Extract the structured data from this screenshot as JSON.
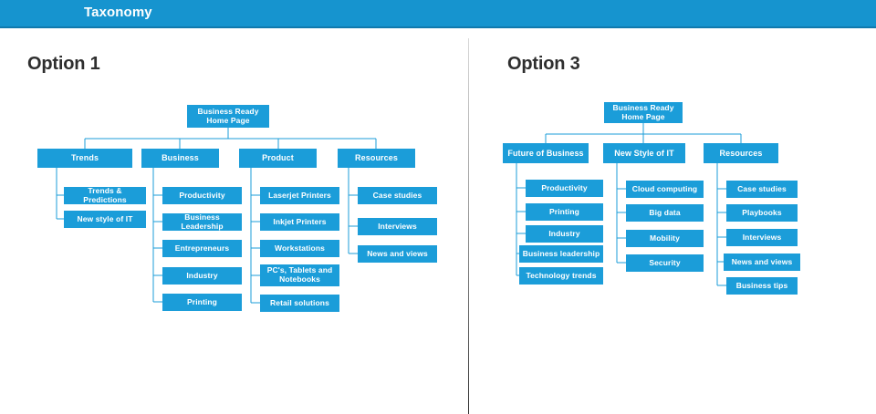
{
  "header": {
    "title": "Taxonomy",
    "background_color": "#1694cf",
    "text_color": "#ffffff"
  },
  "theme": {
    "node_color": "#1b9dd9",
    "connector_color": "#1b9dd9",
    "page_background": "#ffffff",
    "title_color": "#2e2e2e",
    "divider_color": "#9a9a9a"
  },
  "options": [
    {
      "title": "Option 1",
      "root": "Business Ready Home Page",
      "branches": [
        {
          "label": "Trends",
          "children": [
            "Trends & Predictions",
            "New style of IT"
          ]
        },
        {
          "label": "Business",
          "children": [
            "Productivity",
            "Business Leadership",
            "Entrepreneurs",
            "Industry",
            "Printing"
          ]
        },
        {
          "label": "Product",
          "children": [
            "Laserjet Printers",
            "Inkjet Printers",
            "Workstations",
            "PC's, Tablets and Notebooks",
            "Retail solutions"
          ]
        },
        {
          "label": "Resources",
          "children": [
            "Case studies",
            "Interviews",
            "News and views"
          ]
        }
      ]
    },
    {
      "title": "Option 3",
      "root": "Business Ready Home Page",
      "branches": [
        {
          "label": "Future of Business",
          "children": [
            "Productivity",
            "Printing",
            "Industry",
            "Business leadership",
            "Technology trends"
          ]
        },
        {
          "label": "New Style of IT",
          "children": [
            "Cloud computing",
            "Big data",
            "Mobility",
            "Security"
          ]
        },
        {
          "label": "Resources",
          "children": [
            "Case studies",
            "Playbooks",
            "Interviews",
            "News and views",
            "Business tips"
          ]
        }
      ]
    }
  ]
}
